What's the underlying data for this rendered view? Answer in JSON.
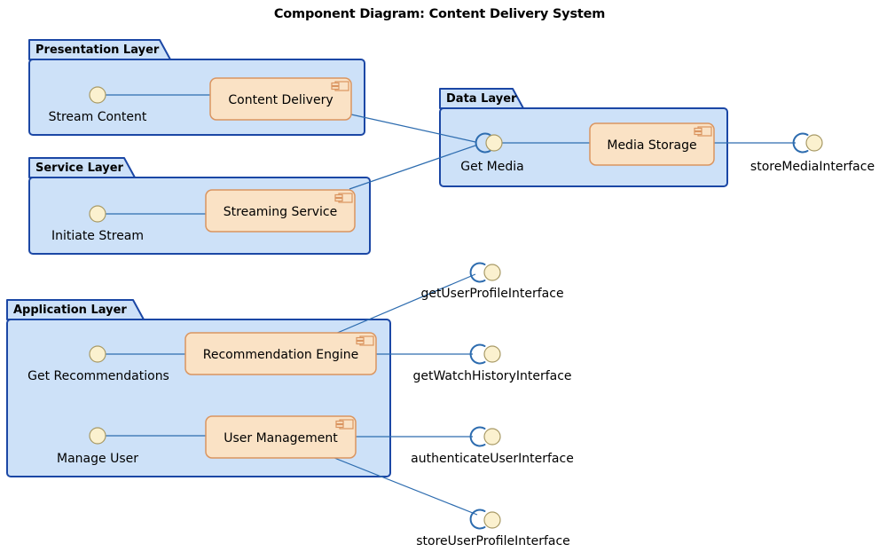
{
  "title": "Component Diagram: Content Delivery System",
  "packages": [
    {
      "label": "Presentation Layer"
    },
    {
      "label": "Service Layer"
    },
    {
      "label": "Data Layer"
    },
    {
      "label": "Application Layer"
    }
  ],
  "components": [
    {
      "label": "Content Delivery"
    },
    {
      "label": "Streaming Service"
    },
    {
      "label": "Media Storage"
    },
    {
      "label": "Recommendation Engine"
    },
    {
      "label": "User Management"
    }
  ],
  "interfaces": {
    "provided": [
      {
        "label": "Stream Content"
      },
      {
        "label": "Initiate Stream"
      },
      {
        "label": "Get Media"
      },
      {
        "label": "Get Recommendations"
      },
      {
        "label": "Manage User"
      }
    ],
    "required": [
      {
        "label": "storeMediaInterface"
      },
      {
        "label": "getUserProfileInterface"
      },
      {
        "label": "getWatchHistoryInterface"
      },
      {
        "label": "authenticateUserInterface"
      },
      {
        "label": "storeUserProfileInterface"
      }
    ]
  },
  "colors": {
    "package_fill": "#CDE1F8",
    "package_border": "#1B47A5",
    "component_fill": "#FAE2C5",
    "component_border": "#DA9560",
    "interface_fill": "#FBF1CF",
    "interface_border": "#A89A66",
    "connector": "#2D6CAF",
    "text": "#000000"
  }
}
